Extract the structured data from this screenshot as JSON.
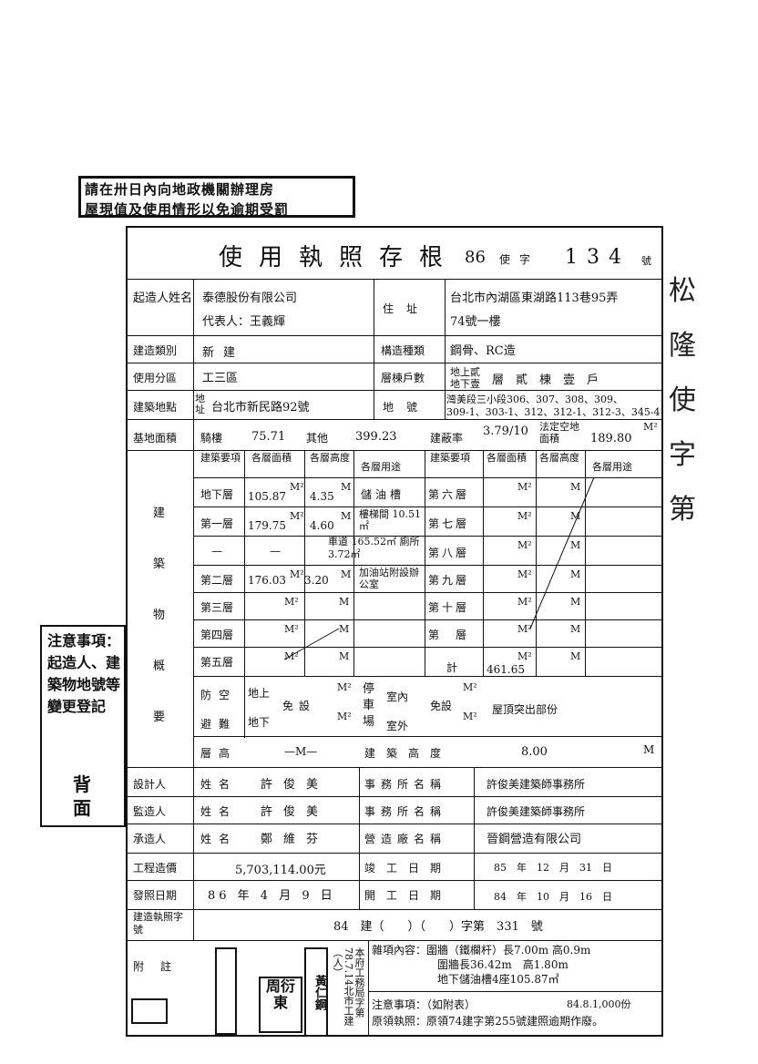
{
  "notice_stamp": {
    "line1": "請在卅日內向地政機關辦理房",
    "line2": "屋現值及使用情形以免逾期受罰"
  },
  "header": {
    "title": "使用執照存根",
    "year": "86",
    "category": "使字",
    "number": "134",
    "hao": "號"
  },
  "builder": {
    "label": "起造人姓名",
    "name": "泰德股份有限公司",
    "rep": "代表人：王義輝",
    "addr_label": "住址",
    "addr1": "台北市內湖區東湖路113巷95弄",
    "addr2": "74號一樓"
  },
  "build_type": {
    "label": "建造類別",
    "value": "新建",
    "struct_label": "構造種類",
    "struct_value": "鋼骨、RC造"
  },
  "zoning": {
    "label": "使用分區",
    "value": "工三區",
    "floors_label": "層棟戶數",
    "floors_value_a": "地上貳",
    "floors_value_b": "地下壹",
    "floors_rest": "層　貳　棟　壹　戶"
  },
  "site": {
    "label": "建築地點",
    "addr_tag": "地址",
    "addr": "台北市新民路92號",
    "lot_label": "地號",
    "lot1": "灣美段三小段306、307、308、309、",
    "lot2": "309-1、303-1、312、312-1、312-3、345-4"
  },
  "area": {
    "label": "基地面積",
    "arcade_label": "騎樓",
    "arcade": "75.71",
    "other_label": "其他",
    "other": "399.23",
    "coverage_label": "建蔽率",
    "coverage": "3.79/10",
    "legal_label": "法定空地面積",
    "legal": "189.80",
    "unit": "M²"
  },
  "floors_header": {
    "item": "建築要項",
    "area": "各層面積",
    "height": "各層高度",
    "use": "各層用途"
  },
  "floors_left": [
    {
      "name": "地下層",
      "area": "105.87",
      "height": "4.35",
      "use": "儲油槽"
    },
    {
      "name": "第一層",
      "area": "179.75",
      "height": "4.60",
      "use": "樓梯間 10.51㎡"
    },
    {
      "name": "—",
      "area": "—",
      "height": "",
      "use": "車道 165.52㎡ 廁所 3.72㎡"
    },
    {
      "name": "第二層",
      "area": "176.03",
      "height": "3.20",
      "use": "加油站附設辦公室"
    },
    {
      "name": "第三層",
      "area": "",
      "height": "",
      "use": ""
    },
    {
      "name": "第四層",
      "area": "",
      "height": "",
      "use": ""
    },
    {
      "name": "第五層",
      "area": "",
      "height": "",
      "use": ""
    }
  ],
  "floors_right": [
    "第六層",
    "第七層",
    "第八層",
    "第九層",
    "第十層",
    "第　層",
    "計"
  ],
  "total_area": "461.65",
  "section_label": "建築物概要",
  "shelter": {
    "label1": "防空",
    "label2": "避難",
    "above": "地上",
    "below": "地下",
    "note": "免設",
    "park_label": "停車場",
    "indoor": "室內",
    "outdoor": "室外",
    "park_note": "免設",
    "roof": "屋頂突出部份"
  },
  "storey": {
    "label": "層高",
    "value": "—M—",
    "bh_label": "建築高度",
    "bh": "8.00",
    "unit": "M"
  },
  "designer": {
    "label": "設計人",
    "name_label": "姓名",
    "name": "許俊美",
    "office_label": "事務所名稱",
    "office": "許俊美建築師事務所"
  },
  "supervisor": {
    "label": "監造人",
    "name_label": "姓名",
    "name": "許俊美",
    "office_label": "事務所名稱",
    "office": "許俊美建築師事務所"
  },
  "contractor": {
    "label": "承造人",
    "name_label": "姓名",
    "name": "鄭維芬",
    "office_label": "營造廠名稱",
    "office": "晉鋼營造有限公司"
  },
  "cost": {
    "label": "工程造價",
    "value": "5,703,114.00元",
    "done_label": "竣工日期",
    "done": "85　年　12　月　31　日"
  },
  "issue": {
    "label": "發照日期",
    "value": "86 年 4 月 9 日",
    "start_label": "開工日期",
    "start": "84　年　10　月　16　日"
  },
  "permit": {
    "label": "建造執照字號",
    "value": "84　建（　　）（　　）字第　331　號"
  },
  "note": {
    "label": "附註",
    "items": "雜項內容：圍牆（鐵欄杆）長7.00m 高0.9m",
    "items2": "圍牆長36.42m　高1.80m",
    "items3": "地下儲油槽4座105.87㎡",
    "warn": "注意事項：（如附表）",
    "print": "84.8.1,000份",
    "orig": "原領執照：原領74建字第255號建照逾期作廢。",
    "stamp_a": "周衍東",
    "stamp_b": "黃仁鋼",
    "stamp_side": "本府工務局字第78.7.14北市工建（人）"
  },
  "side_note": {
    "text": "注意事項：起造人、建築物地號等變更登記",
    "back": "背面"
  },
  "handwriting": {
    "text": "松隆使字第"
  }
}
